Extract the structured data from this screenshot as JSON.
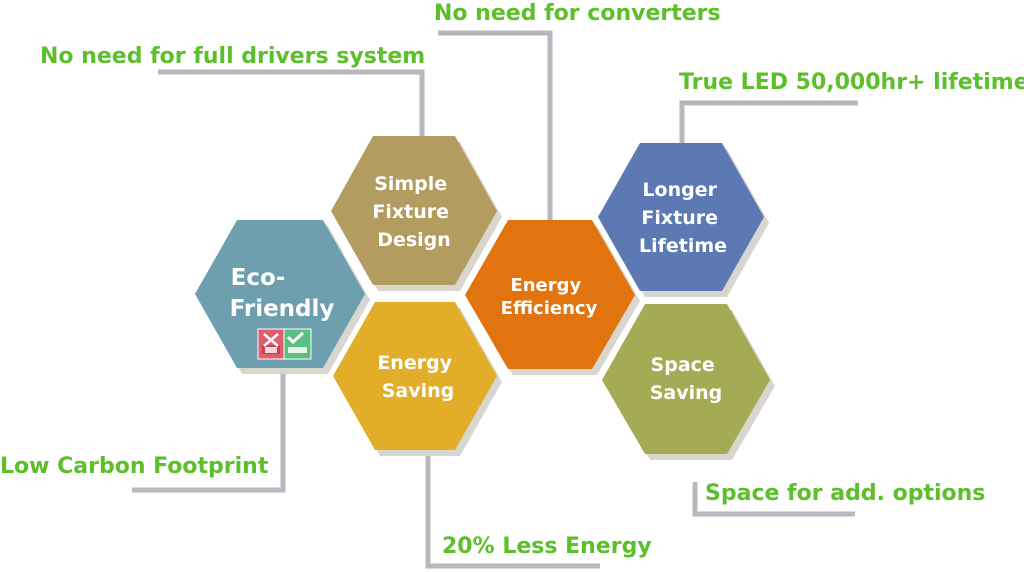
{
  "colors": {
    "callout_text": "#5cc02a",
    "connector": "#b7b7bf",
    "hex_shadow": "#d9d6d0"
  },
  "hexagons": {
    "eco": {
      "lines": [
        "Eco-",
        "Friendly"
      ],
      "fill": "#6e9fae"
    },
    "simple": {
      "lines": [
        "Simple",
        "Fixture",
        "Design"
      ],
      "fill": "#b39c60"
    },
    "energy_saving": {
      "lines": [
        "Energy",
        "Saving"
      ],
      "fill": "#e2ae2a"
    },
    "efficiency": {
      "lines": [
        "Energy",
        "Efficiency"
      ],
      "fill": "#e1740f"
    },
    "longer": {
      "lines": [
        "Longer",
        "Fixture",
        "Lifetime"
      ],
      "fill": "#5d79b3"
    },
    "space": {
      "lines": [
        "Space",
        "Saving"
      ],
      "fill": "#a4ab54"
    }
  },
  "badges": {
    "pb_icon": "no-lead-pb-icon",
    "rohs_icon": "rohs-compliant-icon"
  },
  "callouts": {
    "converters": "No need for converters",
    "drivers": "No need for full drivers system",
    "lifetime": "True LED 50,000hr+ lifetime",
    "carbon": "Low Carbon Footprint",
    "options": "Space for add. options",
    "less_energy": "20% Less Energy"
  }
}
